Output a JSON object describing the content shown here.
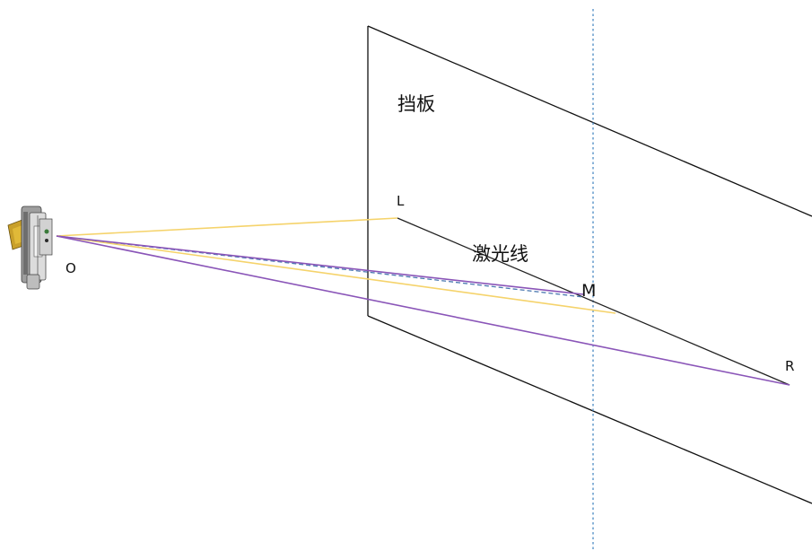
{
  "labels": {
    "board": "挡板",
    "laser_line": "激光线",
    "point_l": "L",
    "point_m": "M",
    "point_r": "R",
    "point_o": "O"
  },
  "colors": {
    "board_outline": "#111111",
    "laser_line": "#222222",
    "yellow_rays": "#f5d36b",
    "purple_rays": "#8a55b8",
    "center_ray_dashed": "#4a78b0",
    "vertical_dotted": "#4a8ac4",
    "background": "#ffffff"
  },
  "icons": {
    "camera": "camera-device-icon"
  }
}
